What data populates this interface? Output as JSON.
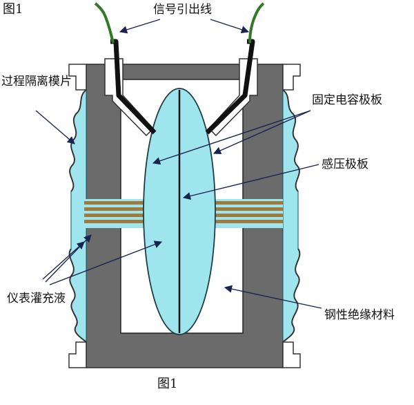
{
  "figure": {
    "title_top": "图1",
    "caption_bottom": "图1"
  },
  "labels": {
    "signal_leads": "信号引出线",
    "process_isolation_diaphragm": "过程隔离模片",
    "fixed_capacitor_plate": "固定电容极板",
    "sensing_plate": "感压极板",
    "instrument_fill_fluid": "仪表灌充液",
    "rigid_insulating_material": "钢性绝缘材料"
  },
  "colors": {
    "body_gray": "#6b6b6b",
    "fluid_cyan": "#9fe5ee",
    "diaphragm_stripe": "#a07a3c",
    "lead_green": "#2f7a26",
    "arrow_navy": "#1a2350"
  }
}
